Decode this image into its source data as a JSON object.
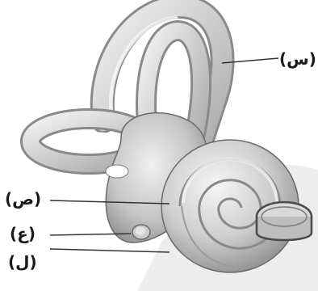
{
  "labels": {
    "s": "(س)",
    "sad": "(ص)",
    "ain": "(ع)",
    "lam": "(ل)"
  },
  "colors": {
    "tissue_light": "#ececec",
    "tissue_mid": "#c8c8c8",
    "tissue_dark": "#8e8e8e",
    "outline": "#5a5a5a",
    "leader_line": "#333333",
    "background": "#ffffff"
  }
}
